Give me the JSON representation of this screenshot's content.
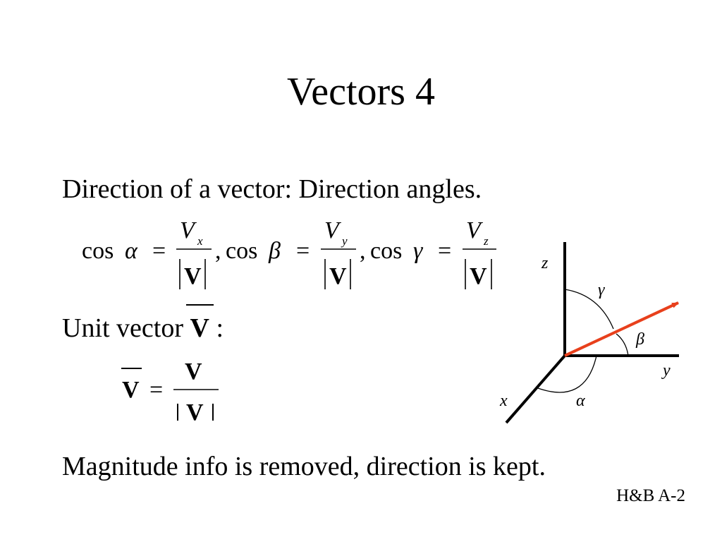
{
  "slide": {
    "title": "Vectors 4",
    "line1": "Direction of a vector: Direction angles.",
    "line2_prefix": "Unit vector",
    "line2_symbol": "V",
    "line2_suffix": " :",
    "line3": "Magnitude info is removed, direction is kept.",
    "footer": "H&B A-2"
  },
  "formula1": {
    "cos": "cos",
    "comma": ",",
    "eq": "=",
    "alpha": "α",
    "beta": "β",
    "gamma": "γ",
    "V": "V",
    "sub_x": "x",
    "sub_y": "y",
    "sub_z": "z",
    "bold_V": "V"
  },
  "formula2": {
    "bold_V": "V",
    "eq": "="
  },
  "diagram": {
    "axis_z": "z",
    "axis_y": "y",
    "axis_x": "x",
    "gamma": "γ",
    "beta": "β",
    "alpha": "α",
    "vector_color": "#e8401c"
  }
}
